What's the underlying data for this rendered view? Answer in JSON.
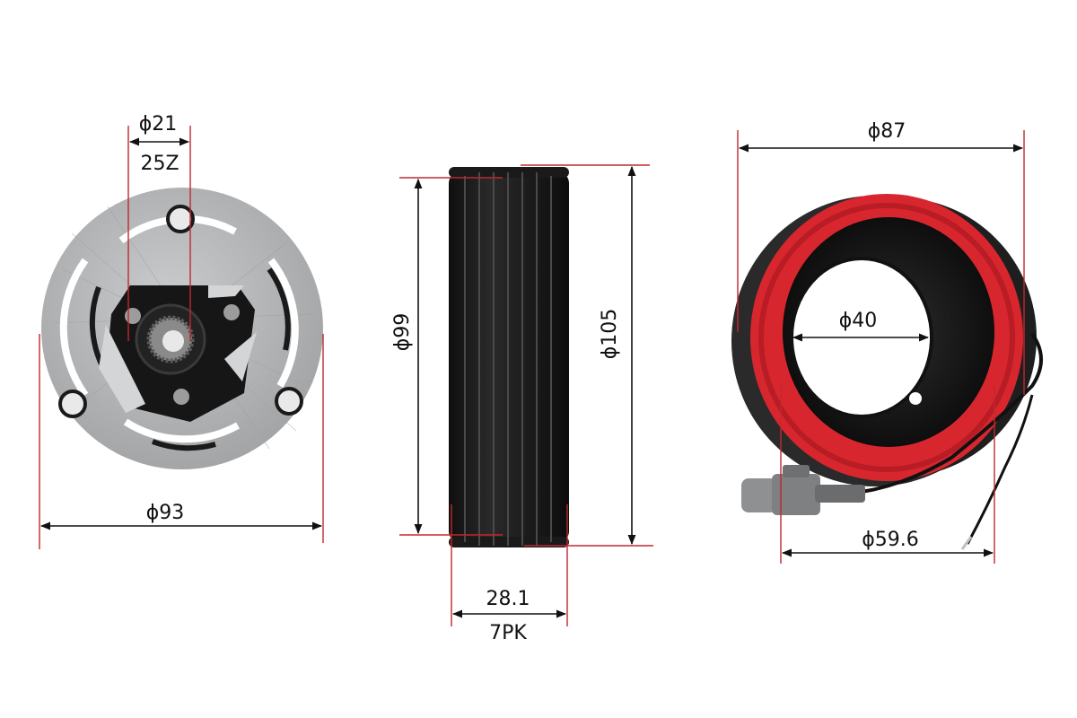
{
  "colors": {
    "reference_line": "#c0282e",
    "dimension_line": "#111111",
    "steel_plate": "#b4b6b8",
    "pulley_black": "#1c1c1c",
    "coil_red": "#d8262e",
    "coil_housing": "#2a2a2a",
    "connector_grey": "#8e9092"
  },
  "clutch_plate": {
    "bore_diameter": "ϕ21",
    "spline": "25Z",
    "outer_diameter": "ϕ93"
  },
  "pulley": {
    "groove_diameter": "ϕ99",
    "outer_diameter": "ϕ105",
    "width": "28.1",
    "belt_type": "7PK"
  },
  "coil": {
    "outer_diameter": "ϕ87",
    "inner_diameter": "ϕ40",
    "body_diameter": "ϕ59.6"
  }
}
